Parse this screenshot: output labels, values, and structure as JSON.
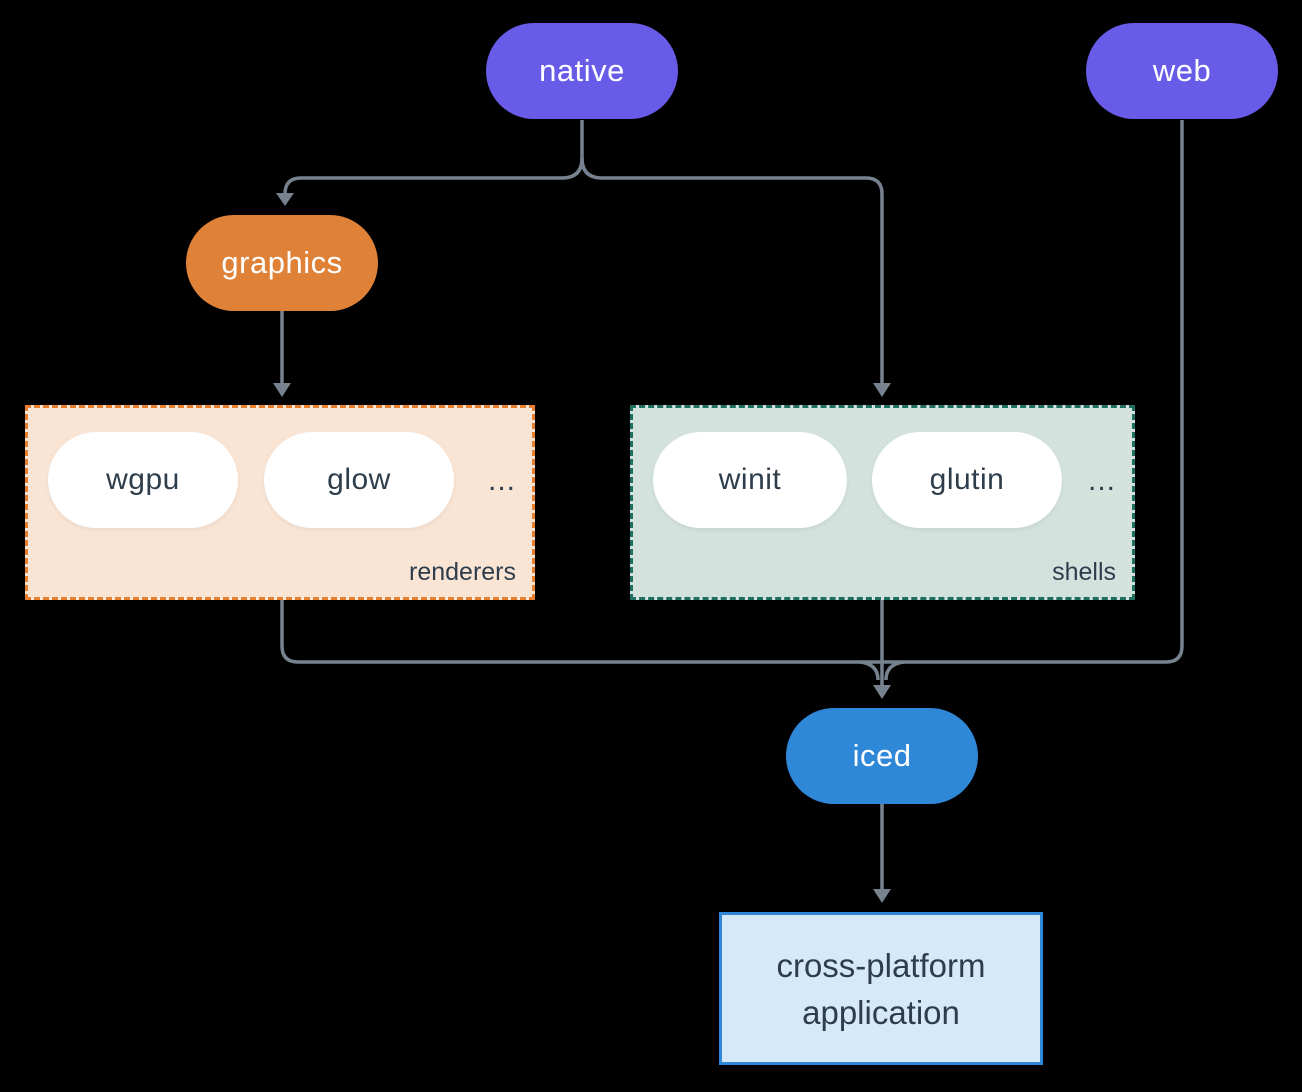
{
  "diagram": {
    "background_color": "#000000",
    "connector_color": "#76828F",
    "nodes": {
      "native": {
        "label": "native",
        "fill": "#685BE7",
        "text_color": "#FFFFFF"
      },
      "web": {
        "label": "web",
        "fill": "#685BE7",
        "text_color": "#FFFFFF"
      },
      "graphics": {
        "label": "graphics",
        "fill": "#E08138",
        "text_color": "#FFFFFF"
      },
      "iced": {
        "label": "iced",
        "fill": "#2F87D7",
        "text_color": "#FFFFFF"
      },
      "application": {
        "label_line1": "cross-platform",
        "label_line2": "application",
        "fill": "#D6E9F8",
        "border_color": "#2F87D7",
        "text_color": "#2E3D4C"
      }
    },
    "groups": {
      "renderers": {
        "label": "renderers",
        "fill": "#FAE5D5",
        "border_color": "#E87F2E",
        "item_fill": "#FFFFFF",
        "item_text_color": "#2E3D4C",
        "items": [
          {
            "label": "wgpu"
          },
          {
            "label": "glow"
          }
        ],
        "ellipsis": "..."
      },
      "shells": {
        "label": "shells",
        "fill": "#D3E2DD",
        "border_color": "#1E6F60",
        "item_fill": "#FFFFFF",
        "item_text_color": "#2E3D4C",
        "items": [
          {
            "label": "winit"
          },
          {
            "label": "glutin"
          }
        ],
        "ellipsis": "..."
      }
    },
    "edges": [
      {
        "from": "native",
        "to": "graphics"
      },
      {
        "from": "native",
        "to": "shells"
      },
      {
        "from": "graphics",
        "to": "renderers"
      },
      {
        "from": "renderers",
        "to": "iced"
      },
      {
        "from": "shells",
        "to": "iced"
      },
      {
        "from": "web",
        "to": "iced"
      },
      {
        "from": "iced",
        "to": "application"
      }
    ]
  }
}
